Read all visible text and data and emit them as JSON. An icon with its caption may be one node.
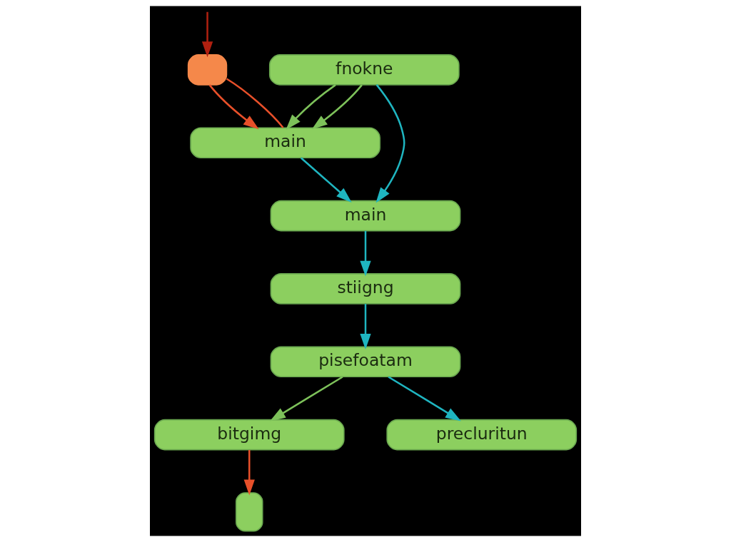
{
  "diagram": {
    "nodes": [
      {
        "text": [],
        "shape": "box"
      },
      {
        "text": [
          "main"
        ]
      },
      {
        "text": [
          "fnokne"
        ]
      },
      {
        "text": [
          "main"
        ]
      },
      {
        "text": [
          "stiigng"
        ]
      },
      {
        "text": [
          "pisefoatam"
        ]
      },
      {
        "text": [
          "bitgimg"
        ]
      },
      {
        "text": [
          "precluritun"
        ]
      },
      {
        "text": [],
        "shape": "bar"
      }
    ],
    "edges": [
      {
        "from": 1,
        "to": 0,
        "arrow": "none",
        "color": "#e8502a"
      },
      {
        "from": 0,
        "to": 1,
        "arrow": "to",
        "color": "#e8502a"
      },
      {
        "from": null,
        "to": 0,
        "arrow": "to",
        "color": "#b02010"
      },
      {
        "from": 2,
        "to": 1,
        "arrow": "to",
        "color": "#7dc15a"
      },
      {
        "from": 2,
        "to": 1,
        "arrow": "to",
        "color": "#7dc15a"
      },
      {
        "from": 1,
        "to": 3,
        "arrow": "to"
      },
      {
        "from": 2,
        "to": 3,
        "arrow": "to"
      },
      {
        "from": 3,
        "to": 4,
        "arrow": "to"
      },
      {
        "from": 4,
        "to": 5,
        "arrow": "to"
      },
      {
        "from": 5,
        "to": 6,
        "arrow": "to",
        "color": "#7dc15a"
      },
      {
        "from": 5,
        "to": 7,
        "arrow": "to"
      },
      {
        "from": 6,
        "to": 8,
        "arrow": "to",
        "color": "#e8502a"
      }
    ]
  }
}
